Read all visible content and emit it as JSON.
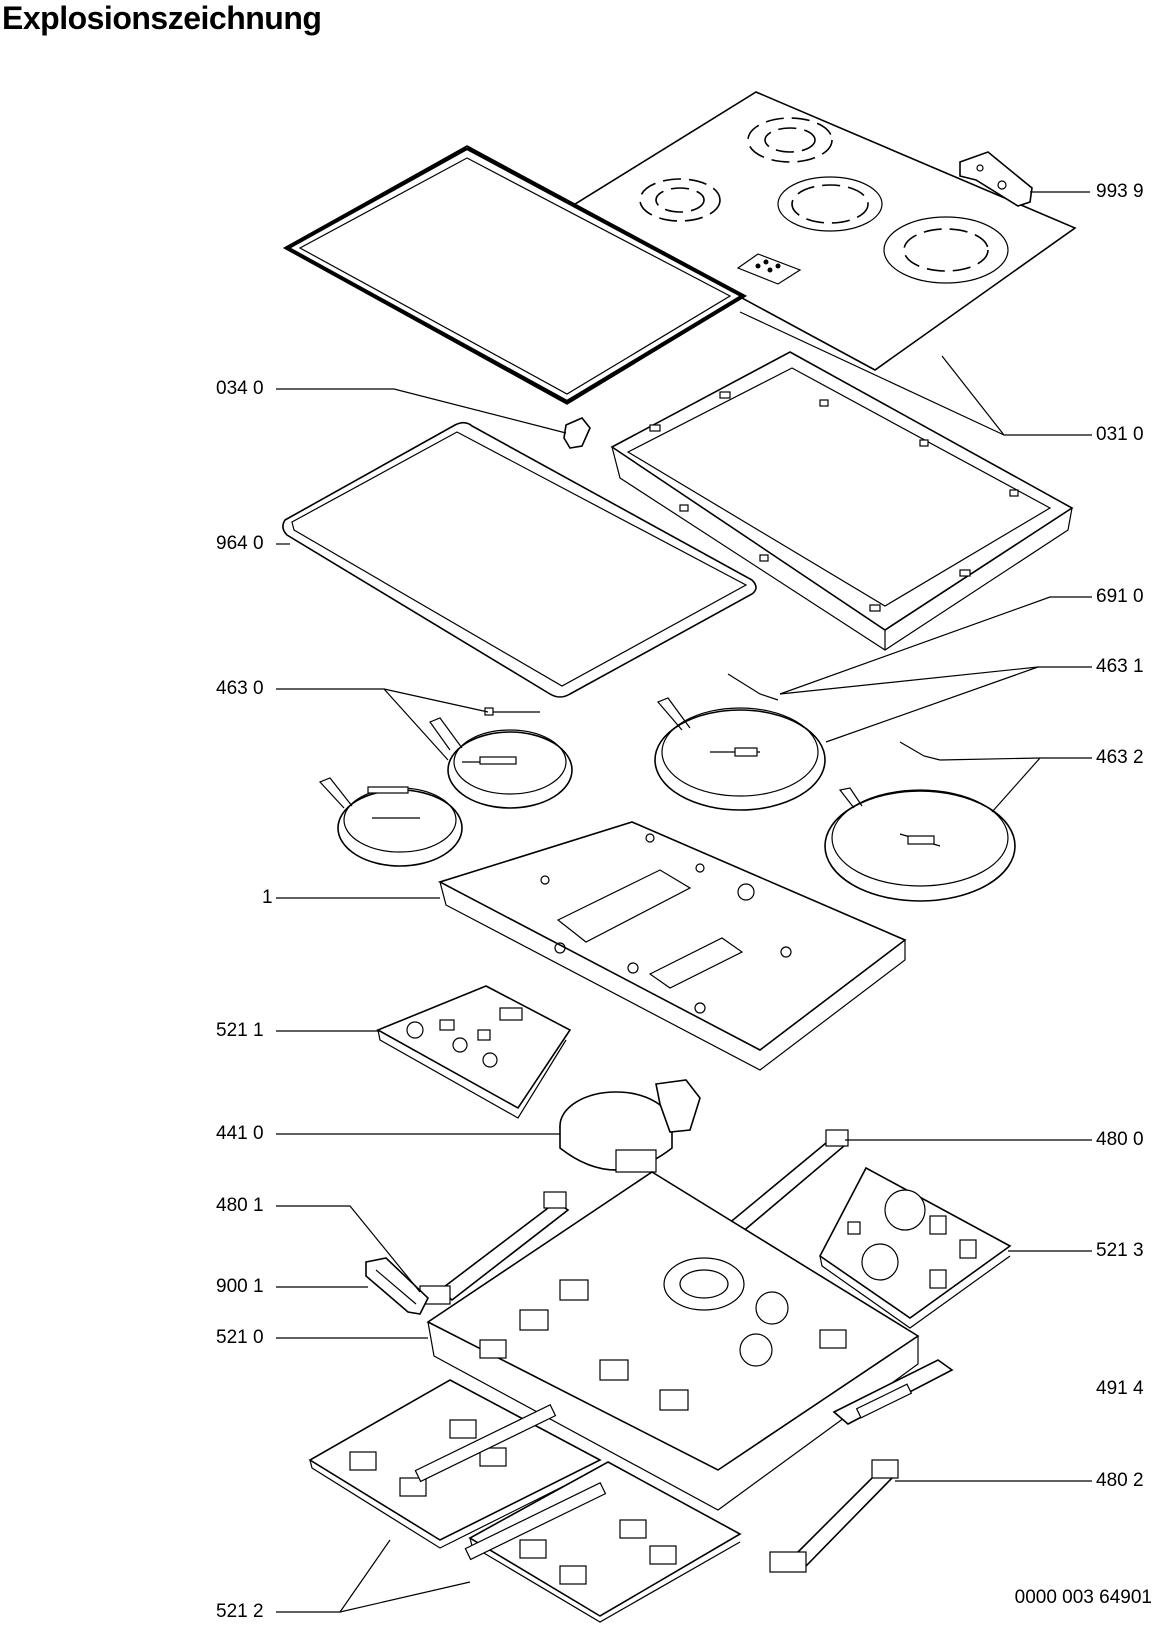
{
  "title": "Explosionszeichnung",
  "document_number": "0000 003 64901",
  "labels": {
    "l0340": "034 0",
    "l9640": "964 0",
    "l4630": "463 0",
    "l1": "1",
    "l5211": "521 1",
    "l4410": "441 0",
    "l4801": "480 1",
    "l9001": "900 1",
    "l5210": "521 0",
    "l5212": "521 2",
    "l9939": "993 9",
    "l0310": "031 0",
    "l6910": "691 0",
    "l4631": "463 1",
    "l4632": "463 2",
    "l4800": "480 0",
    "l5213": "521 3",
    "l4914": "491 4",
    "l4802": "480 2"
  }
}
